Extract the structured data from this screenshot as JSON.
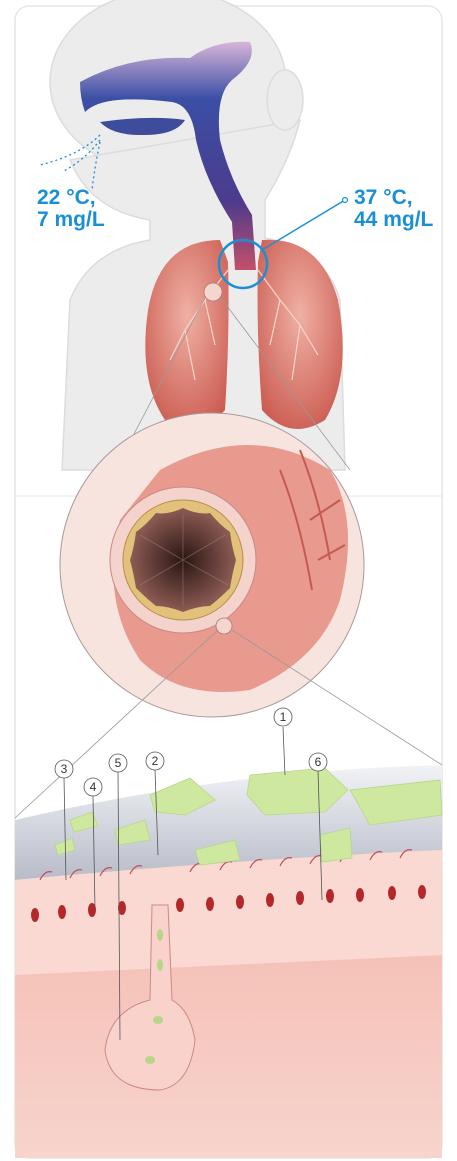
{
  "colors": {
    "accent": "#1a8fd6",
    "airway_light": "#d8a6c8",
    "airway_dark": "#2c3f8f",
    "tissue": "#e8857a",
    "mucus": "#cfe8a0"
  },
  "inhaled": {
    "temperature": "22 °C,",
    "humidity": "7 mg/L"
  },
  "alveolar": {
    "temperature": "37 °C,",
    "humidity": "44 mg/L"
  },
  "callouts": [
    "1",
    "2",
    "3",
    "4",
    "5",
    "6"
  ]
}
